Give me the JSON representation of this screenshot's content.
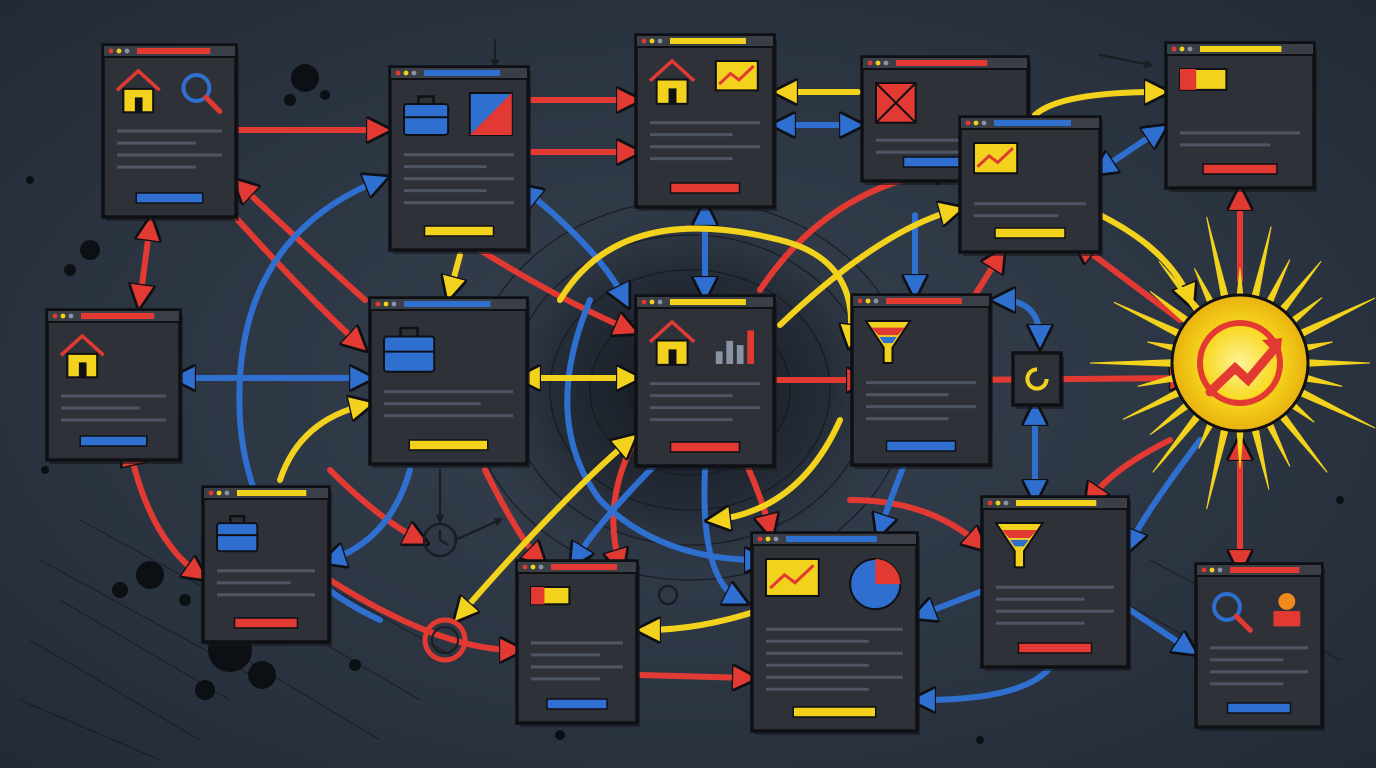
{
  "colors": {
    "background": "#2b3441",
    "panel": "#2e3238",
    "outline": "#0e1014",
    "red": "#e23a32",
    "blue": "#2f6fd0",
    "yellow": "#f2d21c",
    "orange": "#f08a1c",
    "line": "#6b7584"
  },
  "nodes": [
    {
      "id": "search-home",
      "icon": "house-icon",
      "extra": "magnifier-icon"
    },
    {
      "id": "portfolio",
      "icon": "briefcase-icon",
      "extra": "chart-image-icon"
    },
    {
      "id": "home-dashboard",
      "icon": "house-icon",
      "extra": "trend-chart-icon"
    },
    {
      "id": "blocked-page",
      "icon": "crossed-box-icon"
    },
    {
      "id": "analytics",
      "icon": "trend-chart-icon"
    },
    {
      "id": "hero-page",
      "icon": "image-banner-icon"
    },
    {
      "id": "contact-home",
      "icon": "house-icon"
    },
    {
      "id": "featured-portfolio",
      "icon": "briefcase-icon"
    },
    {
      "id": "central-hub",
      "icon": "house-icon",
      "extra": "bar-chart-icon"
    },
    {
      "id": "funnel",
      "icon": "funnel-icon"
    },
    {
      "id": "refresh-widget",
      "icon": "refresh-icon"
    },
    {
      "id": "case-study",
      "icon": "briefcase-icon"
    },
    {
      "id": "banner-landing",
      "icon": "image-banner-icon"
    },
    {
      "id": "conversion-report",
      "icon": "trend-chart-icon",
      "extra": "pie-chart-icon"
    },
    {
      "id": "funnel-detail",
      "icon": "funnel-icon"
    },
    {
      "id": "search-contact",
      "icon": "magnifier-icon",
      "extra": "contact-icon"
    }
  ],
  "goal": {
    "icon": "growth-sun-icon"
  }
}
